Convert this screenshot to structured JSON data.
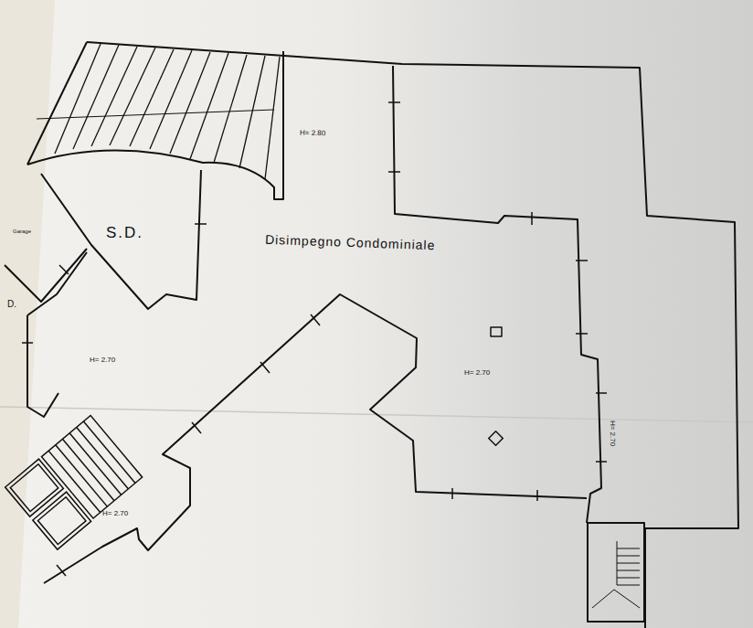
{
  "diagram": {
    "labels": [
      "H= 2.80",
      "S.D.",
      "Disimpegno Condominiale",
      "Garage",
      "D.",
      "H= 2.70",
      "H= 2.70",
      "H= 2.70",
      "H= 2.70"
    ]
  }
}
